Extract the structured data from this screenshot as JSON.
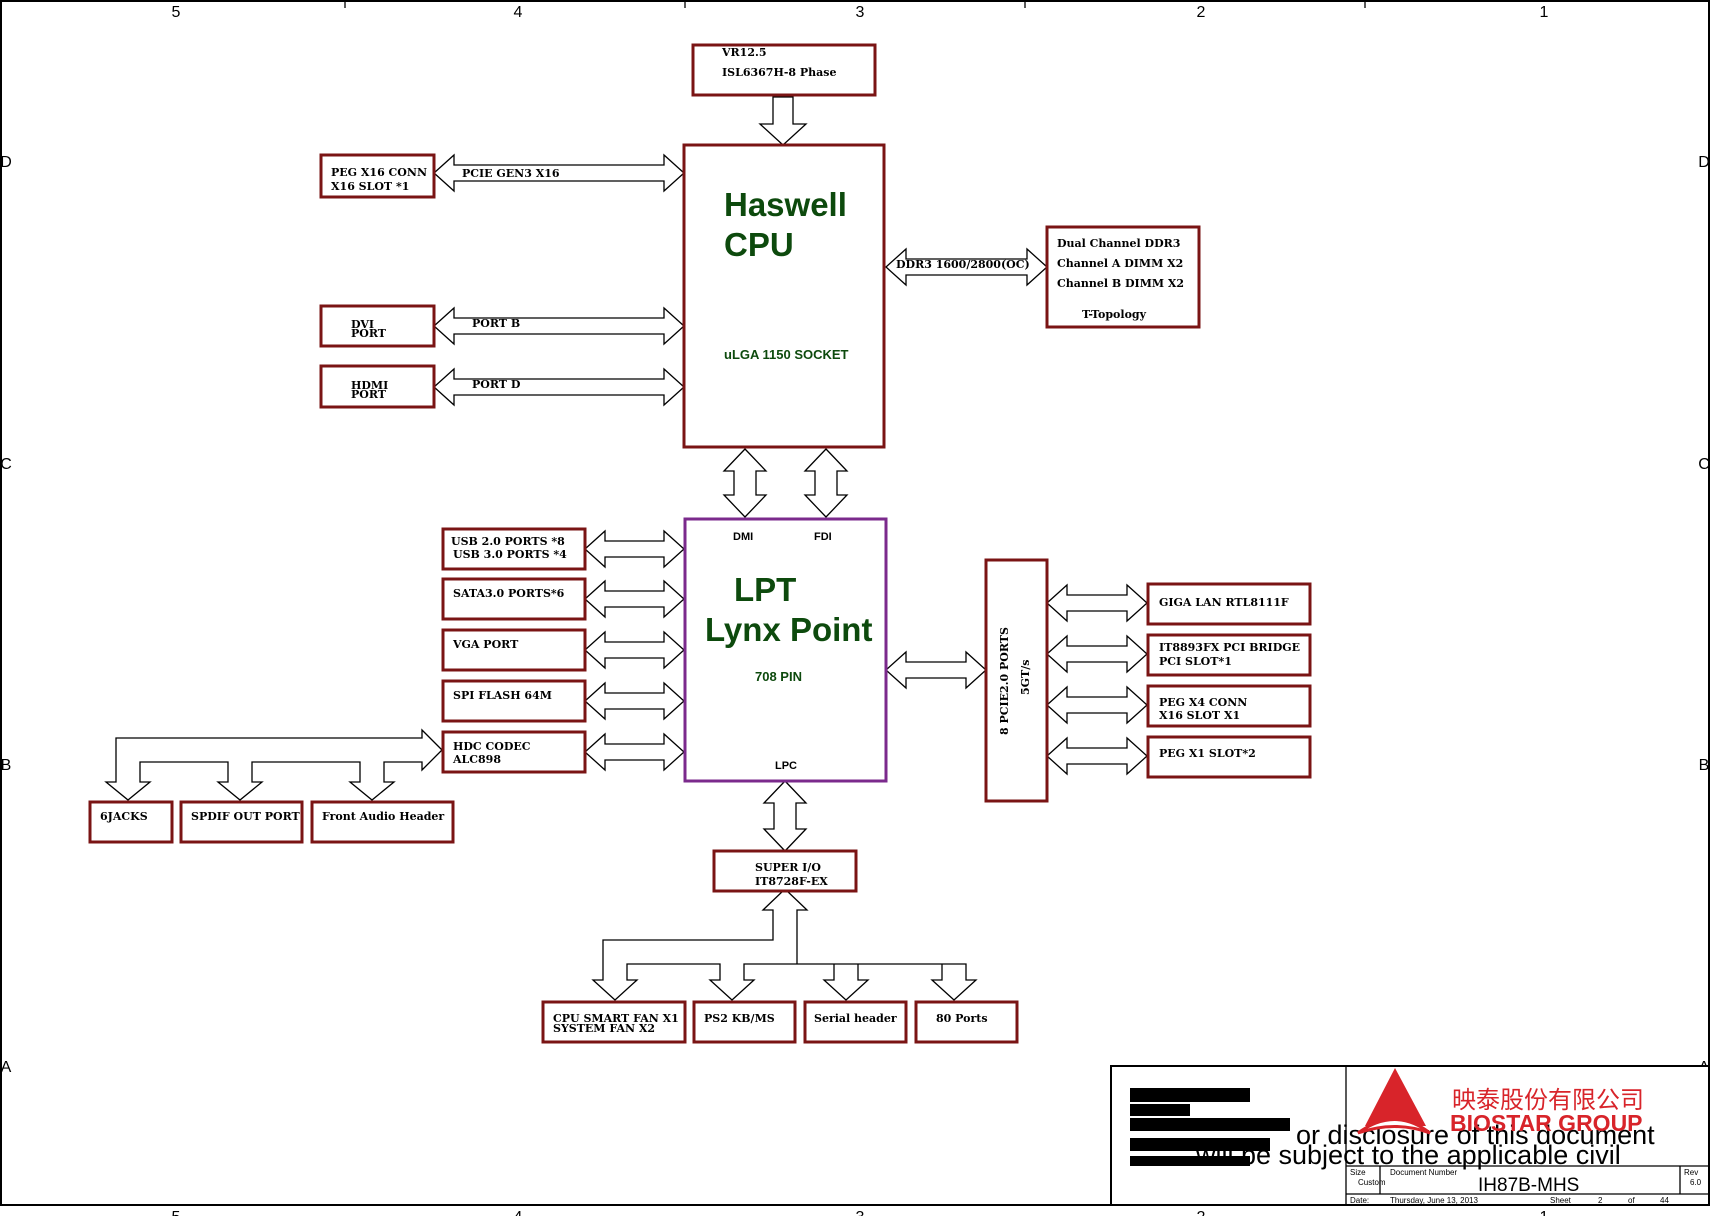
{
  "frame": {
    "columns_top": [
      "5",
      "4",
      "3",
      "2",
      "1"
    ],
    "rows_side": [
      "D",
      "C",
      "B",
      "A"
    ]
  },
  "blocks": {
    "vr": [
      "VR12.5",
      "ISL6367H-8 Phase"
    ],
    "cpu_title": [
      "Haswell",
      "CPU"
    ],
    "cpu_socket": "uLGA 1150 SOCKET",
    "peg_x16": [
      "PEG X16 CONN",
      "X16 SLOT *1"
    ],
    "dvi": [
      "DVI",
      "PORT"
    ],
    "hdmi": [
      "HDMI",
      "PORT"
    ],
    "ddr": [
      "Dual Channel DDR3",
      "Channel A DIMM X2",
      "Channel B DIMM X2",
      "T-Topology"
    ],
    "pch_title": [
      "LPT",
      "Lynx Point"
    ],
    "pch_pins": "708 PIN",
    "dmi": "DMI",
    "fdi": "FDI",
    "lpc": "LPC",
    "usb": [
      "USB 2.0 PORTS *8",
      "USB 3.0 PORTS *4"
    ],
    "sata": "SATA3.0 PORTS*6",
    "vga": "VGA PORT",
    "spi": "SPI FLASH 64M",
    "hda": [
      "HDC CODEC",
      "ALC898"
    ],
    "jacks": "6JACKS",
    "spdif": "SPDIF OUT PORT",
    "front_audio": "Front Audio Header",
    "pcie_hub": [
      "8 PCIE2.0 PORTS",
      "5GT/s"
    ],
    "lan": "GIGA LAN RTL8111F",
    "pci_bridge": [
      "IT8893FX PCI BRIDGE",
      "PCI SLOT*1"
    ],
    "peg_x4": [
      "PEG X4 CONN",
      "X16 SLOT X1"
    ],
    "peg_x1": "PEG X1 SLOT*2",
    "superio": [
      "SUPER I/O",
      "IT8728F-EX"
    ],
    "fans": [
      "CPU SMART FAN X1",
      "SYSTEM FAN X2"
    ],
    "ps2": "PS2 KB/MS",
    "serial": "Serial header",
    "port80": "80 Ports"
  },
  "buses": {
    "pcie_gen3": "PCIE GEN3 X16",
    "port_b": "PORT B",
    "port_d": "PORT D",
    "ddr3": "DDR3 1600/2800(OC)"
  },
  "title_block": {
    "company_cn": "映泰股份有限公司",
    "company_en": "BIOSTAR GROUP",
    "size_label": "Size",
    "size_value": "Custom",
    "docnum_label": "Document Number",
    "docnum_value": "IH87B-MHS",
    "rev_label": "Rev",
    "rev_value": "6.0",
    "date_label": "Date:",
    "date_value": "Thursday, June 13, 2013",
    "sheet_label": "Sheet",
    "sheet_value": "2",
    "of_label": "of",
    "of_value": "44",
    "notice": [
      "or disclosure of this document",
      "will be subject to the applicable civil"
    ]
  },
  "colors": {
    "box_border": "#7a1414",
    "pch_border": "#7b2a8c",
    "title_green": "#0d4a0d",
    "logo_red": "#d8242a"
  }
}
